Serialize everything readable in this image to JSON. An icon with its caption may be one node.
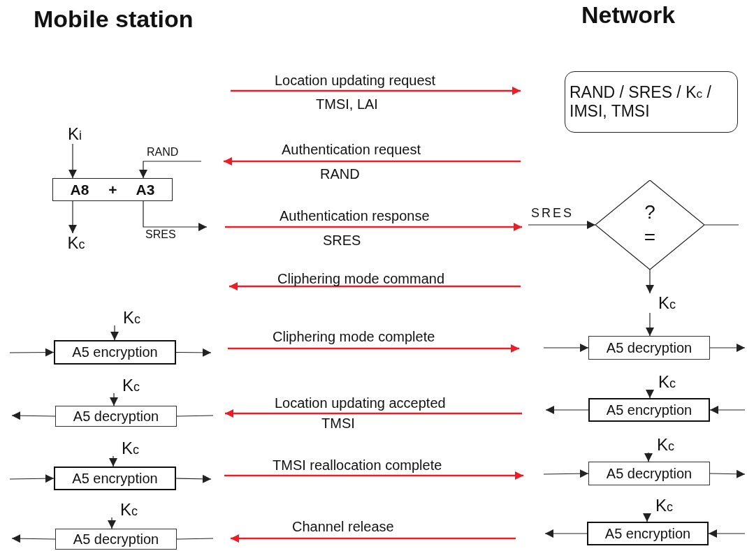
{
  "diagram": {
    "nodes": [
      {
        "text": [
          "RAND / SRES / K$_{c}$ / IMSI, TMSI"
        ]
      },
      {
        "text": [
          "K$_{i}$"
        ]
      },
      {
        "text": [
          "A8 + A3"
        ]
      },
      {
        "text": [
          "K$_{c}$"
        ]
      },
      {
        "text": [
          "? ="
        ]
      },
      {
        "text": [
          "K$_{c}$"
        ]
      },
      {
        "text": [
          "K$_{c}$"
        ]
      },
      {
        "text": [
          "A5 encryption"
        ]
      },
      {
        "text": [
          "A5 decryption"
        ]
      },
      {
        "text": [
          "K$_{c}$"
        ]
      },
      {
        "text": [
          "K$_{c}$"
        ]
      },
      {
        "text": [
          "A5 decryption"
        ]
      },
      {
        "text": [
          "A5 encryption"
        ]
      },
      {
        "text": [
          "K$_{c}$"
        ]
      },
      {
        "text": [
          "K$_{c}$"
        ]
      },
      {
        "text": [
          "A5 encryption"
        ]
      },
      {
        "text": [
          "A5 decryption"
        ]
      },
      {
        "text": [
          "K$_{c}$"
        ]
      },
      {
        "text": [
          "K$_{c}$"
        ]
      },
      {
        "text": [
          "A5 decryption"
        ]
      },
      {
        "text": [
          "A5 encryption"
        ]
      }
    ],
    "edges": [
      {
        "from": 1,
        "to": 2,
        "arrow": "to"
      },
      {
        "from": null,
        "to": 2,
        "arrow": "to",
        "label": "RAND"
      },
      {
        "from": 2,
        "to": 3,
        "arrow": "to"
      },
      {
        "from": 2,
        "to": null,
        "arrow": "to",
        "label": "SRES"
      },
      {
        "from": null,
        "to": 4,
        "arrow": "to",
        "label": "SRES"
      },
      {
        "from": 4,
        "to": null,
        "arrow": "none"
      },
      {
        "from": 4,
        "to": 5,
        "arrow": "to"
      },
      {
        "from": 5,
        "to": 8,
        "arrow": "to"
      },
      {
        "from": 6,
        "to": 7,
        "arrow": "to"
      },
      {
        "from": null,
        "to": 7,
        "arrow": "to"
      },
      {
        "from": 7,
        "to": null,
        "arrow": "to"
      },
      {
        "from": null,
        "to": 8,
        "arrow": "to"
      },
      {
        "from": 8,
        "to": null,
        "arrow": "to"
      },
      {
        "from": 9,
        "to": 11,
        "arrow": "to"
      },
      {
        "from": 11,
        "to": null,
        "arrow": "to"
      },
      {
        "from": null,
        "to": 11,
        "arrow": "none"
      },
      {
        "from": 10,
        "to": 12,
        "arrow": "to"
      },
      {
        "from": 12,
        "to": null,
        "arrow": "to"
      },
      {
        "from": null,
        "to": 12,
        "arrow": "to"
      },
      {
        "from": 13,
        "to": 15,
        "arrow": "to"
      },
      {
        "from": null,
        "to": 15,
        "arrow": "to"
      },
      {
        "from": 15,
        "to": null,
        "arrow": "to"
      },
      {
        "from": 14,
        "to": 16,
        "arrow": "to"
      },
      {
        "from": null,
        "to": 16,
        "arrow": "to"
      },
      {
        "from": 16,
        "to": null,
        "arrow": "to"
      },
      {
        "from": 17,
        "to": 19,
        "arrow": "to"
      },
      {
        "from": 19,
        "to": null,
        "arrow": "to"
      },
      {
        "from": null,
        "to": 19,
        "arrow": "none"
      },
      {
        "from": 18,
        "to": 20,
        "arrow": "to"
      },
      {
        "from": 20,
        "to": null,
        "arrow": "to"
      },
      {
        "from": null,
        "to": 20,
        "arrow": "to"
      }
    ],
    "labels": [
      "Mobile station",
      "Network",
      "Location updating request",
      "TMSI, LAI",
      "Authentication request",
      "RAND",
      "Authentication response",
      "SRES",
      "Cliphering mode command",
      "Cliphering mode complete",
      "Location updating accepted",
      "TMSI",
      "TMSI reallocation complete",
      "Channel release"
    ]
  }
}
